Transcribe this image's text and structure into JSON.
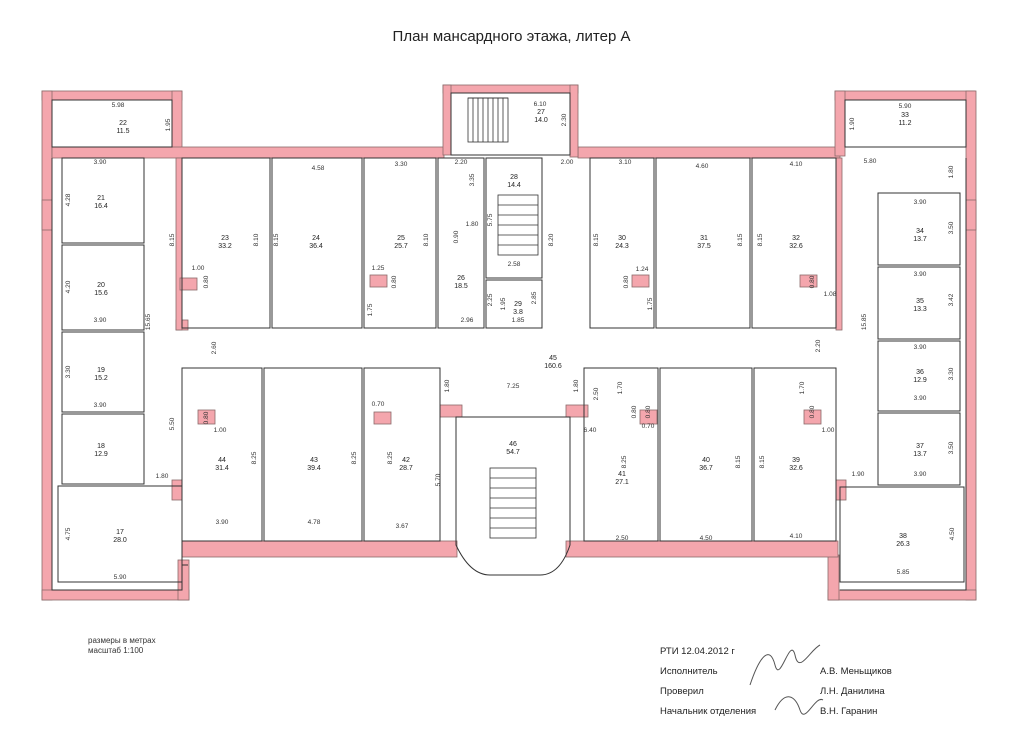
{
  "title": "План мансардного этажа, литер А",
  "rooms": [
    {
      "num": "22",
      "area": "11.5"
    },
    {
      "num": "27",
      "area": "14.0"
    },
    {
      "num": "33",
      "area": "11.2"
    },
    {
      "num": "21",
      "area": "16.4"
    },
    {
      "num": "23",
      "area": "33.2"
    },
    {
      "num": "24",
      "area": "36.4"
    },
    {
      "num": "25",
      "area": "25.7"
    },
    {
      "num": "28",
      "area": "14.4"
    },
    {
      "num": "26",
      "area": "18.5"
    },
    {
      "num": "29",
      "area": "3.8"
    },
    {
      "num": "30",
      "area": "24.3"
    },
    {
      "num": "31",
      "area": "37.5"
    },
    {
      "num": "32",
      "area": "32.6"
    },
    {
      "num": "34",
      "area": "13.7"
    },
    {
      "num": "20",
      "area": "15.6"
    },
    {
      "num": "35",
      "area": "13.3"
    },
    {
      "num": "19",
      "area": "15.2"
    },
    {
      "num": "45",
      "area": "160.6"
    },
    {
      "num": "36",
      "area": "12.9"
    },
    {
      "num": "18",
      "area": "12.9"
    },
    {
      "num": "44",
      "area": "31.4"
    },
    {
      "num": "43",
      "area": "39.4"
    },
    {
      "num": "42",
      "area": "28.7"
    },
    {
      "num": "46",
      "area": "54.7"
    },
    {
      "num": "41",
      "area": "27.1"
    },
    {
      "num": "40",
      "area": "36.7"
    },
    {
      "num": "39",
      "area": "32.6"
    },
    {
      "num": "37",
      "area": "13.7"
    },
    {
      "num": "17",
      "area": "28.0"
    },
    {
      "num": "38",
      "area": "26.3"
    }
  ],
  "dimensions": [
    "5.98",
    "1.95",
    "6.10",
    "2.30",
    "5.90",
    "1.90",
    "3.90",
    "4.28",
    "4.58",
    "3.30",
    "2.20",
    "3.35",
    "3.10",
    "4.60",
    "4.10",
    "2.00",
    "5.80",
    "1.80",
    "8.15",
    "8.10",
    "8.15",
    "8.10",
    "5.75",
    "0.90",
    "1.80",
    "2.58",
    "8.20",
    "8.15",
    "8.15",
    "8.15",
    "4.20",
    "1.00",
    "0.80",
    "1.25",
    "0.80",
    "1.75",
    "2.25",
    "1.95",
    "2.85",
    "0.80",
    "1.24",
    "1.75",
    "0.80",
    "1.08",
    "3.90",
    "3.50",
    "3.90",
    "3.42",
    "3.90",
    "15.65",
    "2.96",
    "1.85",
    "15.85",
    "2.60",
    "2.20",
    "3.90",
    "3.90",
    "3.30",
    "1.80",
    "7.25",
    "1.80",
    "1.70",
    "1.70",
    "3.90",
    "0.80",
    "0.70",
    "0.80",
    "2.50",
    "0.80",
    "0.70",
    "0.80",
    "3.30",
    "5.50",
    "1.00",
    "8.25",
    "8.25",
    "8.25",
    "5.70",
    "6.40",
    "8.25",
    "8.15",
    "8.15",
    "1.00",
    "3.50",
    "3.90",
    "1.80",
    "1.90",
    "4.75",
    "3.90",
    "4.78",
    "3.67",
    "2.50",
    "4.50",
    "4.10",
    "4.50",
    "5.90",
    "5.85"
  ],
  "footer": {
    "units": "размеры в метрах",
    "scale": "масштаб 1:100",
    "org_date": "РТИ 12.04.2012 г",
    "executor_label": "Исполнитель",
    "executor_name": "А.В. Меньщиков",
    "checked_label": "Проверил",
    "checked_name": "Л.Н. Данилина",
    "head_label": "Начальник отделения",
    "head_name": "В.Н. Гаранин"
  },
  "colors": {
    "wall_fill": "#f4a6ad",
    "wall_stroke": "#8a6a6a",
    "line": "#333333"
  }
}
